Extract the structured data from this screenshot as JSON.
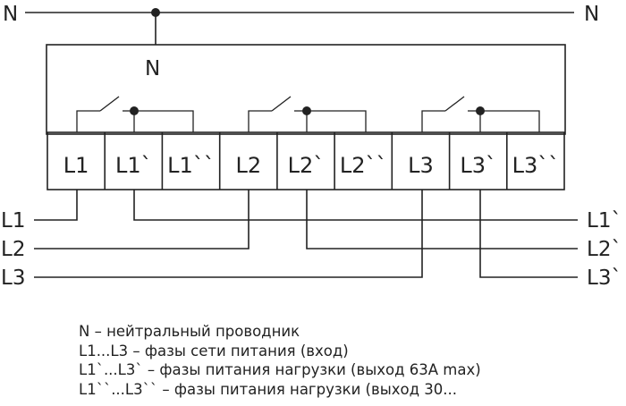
{
  "neutral": {
    "left_label": "N",
    "right_label": "N",
    "tap_label": "N"
  },
  "terminals": [
    "L1",
    "L1`",
    "L1``",
    "L2",
    "L2`",
    "L2``",
    "L3",
    "L3`",
    "L3``"
  ],
  "inputs": [
    "L1",
    "L2",
    "L3"
  ],
  "outputs": [
    "L1`",
    "L2`",
    "L3`"
  ],
  "legend": [
    "N – нейтральный проводник",
    "L1...L3 – фазы сети питания (вход)",
    "L1`...L3` – фазы питания нагрузки (выход 63А max)",
    "L1``...L3`` – фазы питания нагрузки (выход 30..."
  ]
}
